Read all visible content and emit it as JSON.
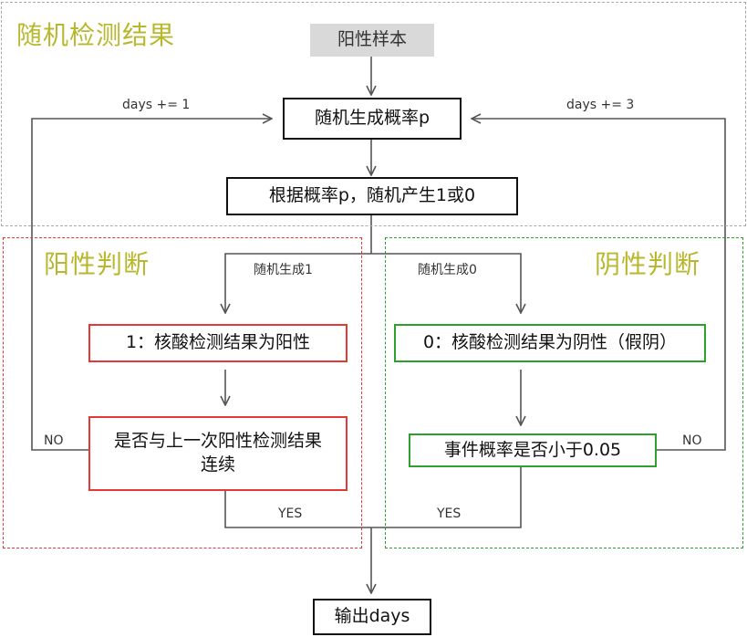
{
  "regions": {
    "random": "随机检测结果",
    "positive": "阳性判断",
    "negative": "阴性判断"
  },
  "nodes": {
    "start": "阳性样本",
    "gen_p": "随机生成概率p",
    "gen_bit": "根据概率p，随机产生1或0",
    "pos_result": "1：核酸检测结果为阳性",
    "pos_check": "是否与上一次阳性检测结果连续",
    "neg_result": "0：核酸检测结果为阴性（假阴）",
    "neg_check": "事件概率是否小于0.05",
    "output": "输出days"
  },
  "edge_labels": {
    "days_plus_1": "days += 1",
    "days_plus_3": "days += 3",
    "gen_1": "随机生成1",
    "gen_0": "随机生成0",
    "no_left": "NO",
    "no_right": "NO",
    "yes_left": "YES",
    "yes_right": "YES"
  },
  "colors": {
    "title": "#b8b82e",
    "gray_dash": "#a9a9a9",
    "red": "#e53935",
    "green": "#2ea02e",
    "start_fill": "#d9d9d9"
  }
}
